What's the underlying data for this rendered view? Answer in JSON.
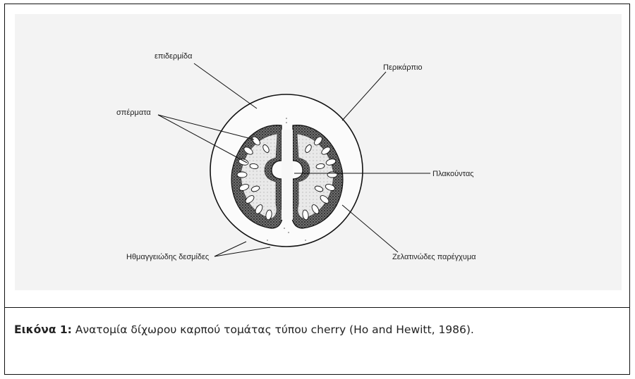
{
  "diagram": {
    "labels": {
      "epidermis": "επιδερμίδα",
      "seeds": "σπέρματα",
      "pericarp": "Περικάρπιο",
      "placenta": "Πλακούντας",
      "vascular": "Ηθμαγγειώδης δεσμίδες",
      "gel": "Ζελατινώδες παρέγχυμα"
    }
  },
  "caption": {
    "prefix": "Εικόνα 1:",
    "text": " Ανατομία δίχωρου καρπού τομάτας τύπου cherry (Ho and Hewitt, 1986)."
  }
}
